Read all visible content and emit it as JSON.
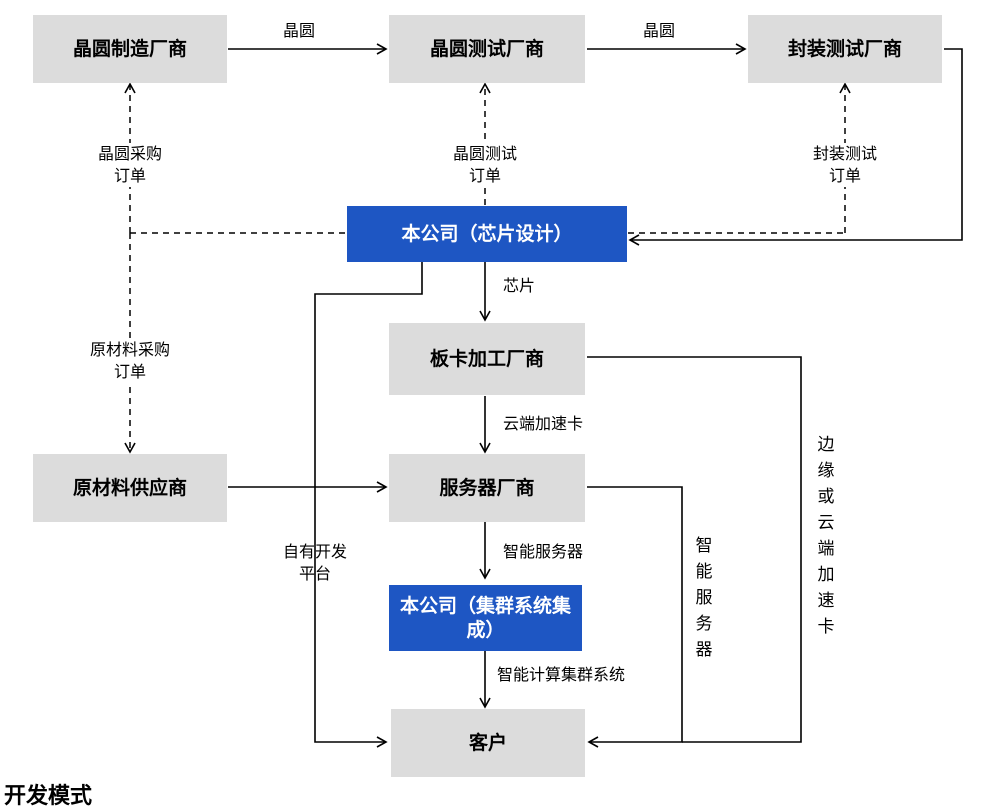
{
  "nodes": {
    "wafer_fab": "晶圆制造厂商",
    "wafer_test": "晶圆测试厂商",
    "package_test": "封装测试厂商",
    "company_chip": "本公司（芯片设计）",
    "board_maker": "板卡加工厂商",
    "material_supplier": "原材料供应商",
    "server_maker": "服务器厂商",
    "company_cluster": "本公司（集群系统集成）",
    "customer": "客户"
  },
  "edges": {
    "wafer_1": "晶圆",
    "wafer_2": "晶圆",
    "wafer_purchase_order": "晶圆采购\n订单",
    "wafer_test_order": "晶圆测试\n订单",
    "package_test_order": "封装测试\n订单",
    "raw_material_order": "原材料采购\n订单",
    "chip": "芯片",
    "cloud_accel_card": "云端加速卡",
    "smart_server": "智能服务器",
    "own_platform": "自有开发\n平台",
    "smart_cluster": "智能计算集群系统",
    "smart_server_vertical": "智能服务器",
    "edge_cloud_card": "边缘或云端加速卡"
  },
  "footer_text": "开发模式"
}
